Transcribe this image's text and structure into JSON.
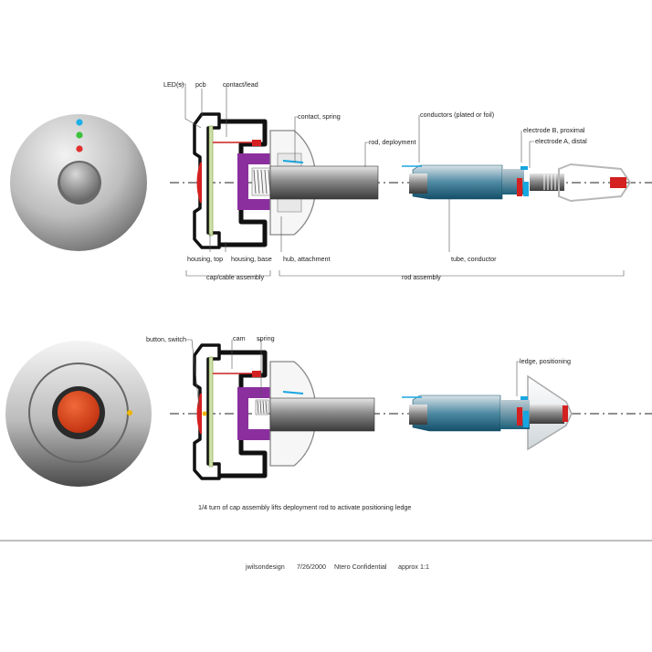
{
  "labels": {
    "leds": "LED(s)",
    "pcb": "pcb",
    "contact_lead": "contact/lead",
    "contact_spring": "contact, spring",
    "rod_deployment": "rod, deployment",
    "conductors": "conductors (plated or foil)",
    "electrode_b": "electrode B, proximal",
    "electrode_a": "electrode A, distal",
    "housing_top": "housing, top",
    "housing_base": "housing, base",
    "hub_attachment": "hub, attachment",
    "tube_conductor": "tube, conductor",
    "cap_cable_assembly": "cap/cable assembly",
    "rod_assembly": "rod assembly",
    "button_switch": "button, switch",
    "cam": "cam",
    "spring": "spring",
    "ledge_positioning": "ledge, positioning"
  },
  "caption": "1/4 turn of cap assembly lifts deployment rod to activate positioning ledge",
  "footer": {
    "designer": "jwilsondesign",
    "date": "7/26/2000",
    "confidentiality": "Ntero Confidential",
    "scale": "approx 1:1"
  },
  "colors": {
    "housing_black": "#111111",
    "pcb_green": "#cfe0a8",
    "button_red": "#d42020",
    "base_purple": "#8b2f9e",
    "tube_teal": "#1f6f8e",
    "electrode_blue": "#18a6e0",
    "led_blue": "#1fb0e8",
    "led_green": "#3cc23c",
    "led_red": "#e03030",
    "button_orange": "#e0481a",
    "indicator_yellow": "#f0b400"
  }
}
